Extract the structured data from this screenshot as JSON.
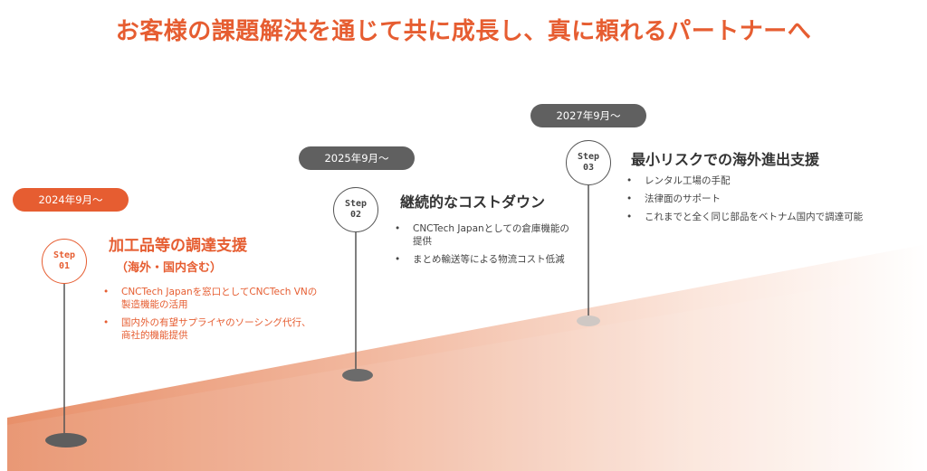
{
  "title": "お客様の課題解決を通じて共に成長し、真に頼れるパートナーへ",
  "colors": {
    "accent": "#E65D31",
    "dark_pill": "#606060",
    "base_shadow": "#5E5E5E"
  },
  "steps": [
    {
      "date": "2024年9月～",
      "step_label": "Step",
      "step_number": "01",
      "heading": "加工品等の調達支援",
      "subheading": "（海外・国内含む）",
      "bullets": [
        "CNCTech Japanを窓口としてCNCTech VNの製造機能の活用",
        "国内外の有望サプライヤのソーシング代行、商社的機能提供"
      ]
    },
    {
      "date": "2025年9月～",
      "step_label": "Step",
      "step_number": "02",
      "heading": "継続的なコストダウン",
      "bullets": [
        "CNCTech Japanとしての倉庫機能の提供",
        "まとめ輸送等による物流コスト低減"
      ]
    },
    {
      "date": "2027年9月～",
      "step_label": "Step",
      "step_number": "03",
      "heading": "最小リスクでの海外進出支援",
      "bullets": [
        "レンタル工場の手配",
        "法律面のサポート",
        "これまでと全く同じ部品をベトナム国内で調達可能"
      ]
    }
  ]
}
